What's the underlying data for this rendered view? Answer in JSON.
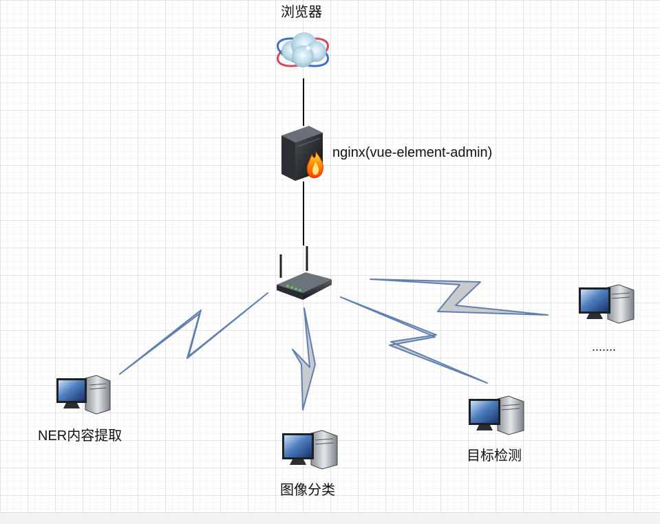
{
  "nodes": {
    "browser": {
      "label": "浏览器",
      "icon": "browser-globe-icon"
    },
    "nginx": {
      "label": "nginx(vue-element-admin)",
      "icon": "firewall-server-icon"
    },
    "router": {
      "icon": "wireless-router-icon"
    },
    "ner": {
      "label": "NER内容提取",
      "icon": "desktop-computer-icon"
    },
    "image_classification": {
      "label": "图像分类",
      "icon": "desktop-computer-icon"
    },
    "object_detection": {
      "label": "目标检测",
      "icon": "desktop-computer-icon"
    },
    "more": {
      "label": ".......",
      "icon": "desktop-computer-icon"
    }
  },
  "colors": {
    "link_line": "#000000",
    "lightning_fill": "#c8cace",
    "lightning_stroke": "#5f7fb0",
    "grid": "#e6e6e6"
  }
}
